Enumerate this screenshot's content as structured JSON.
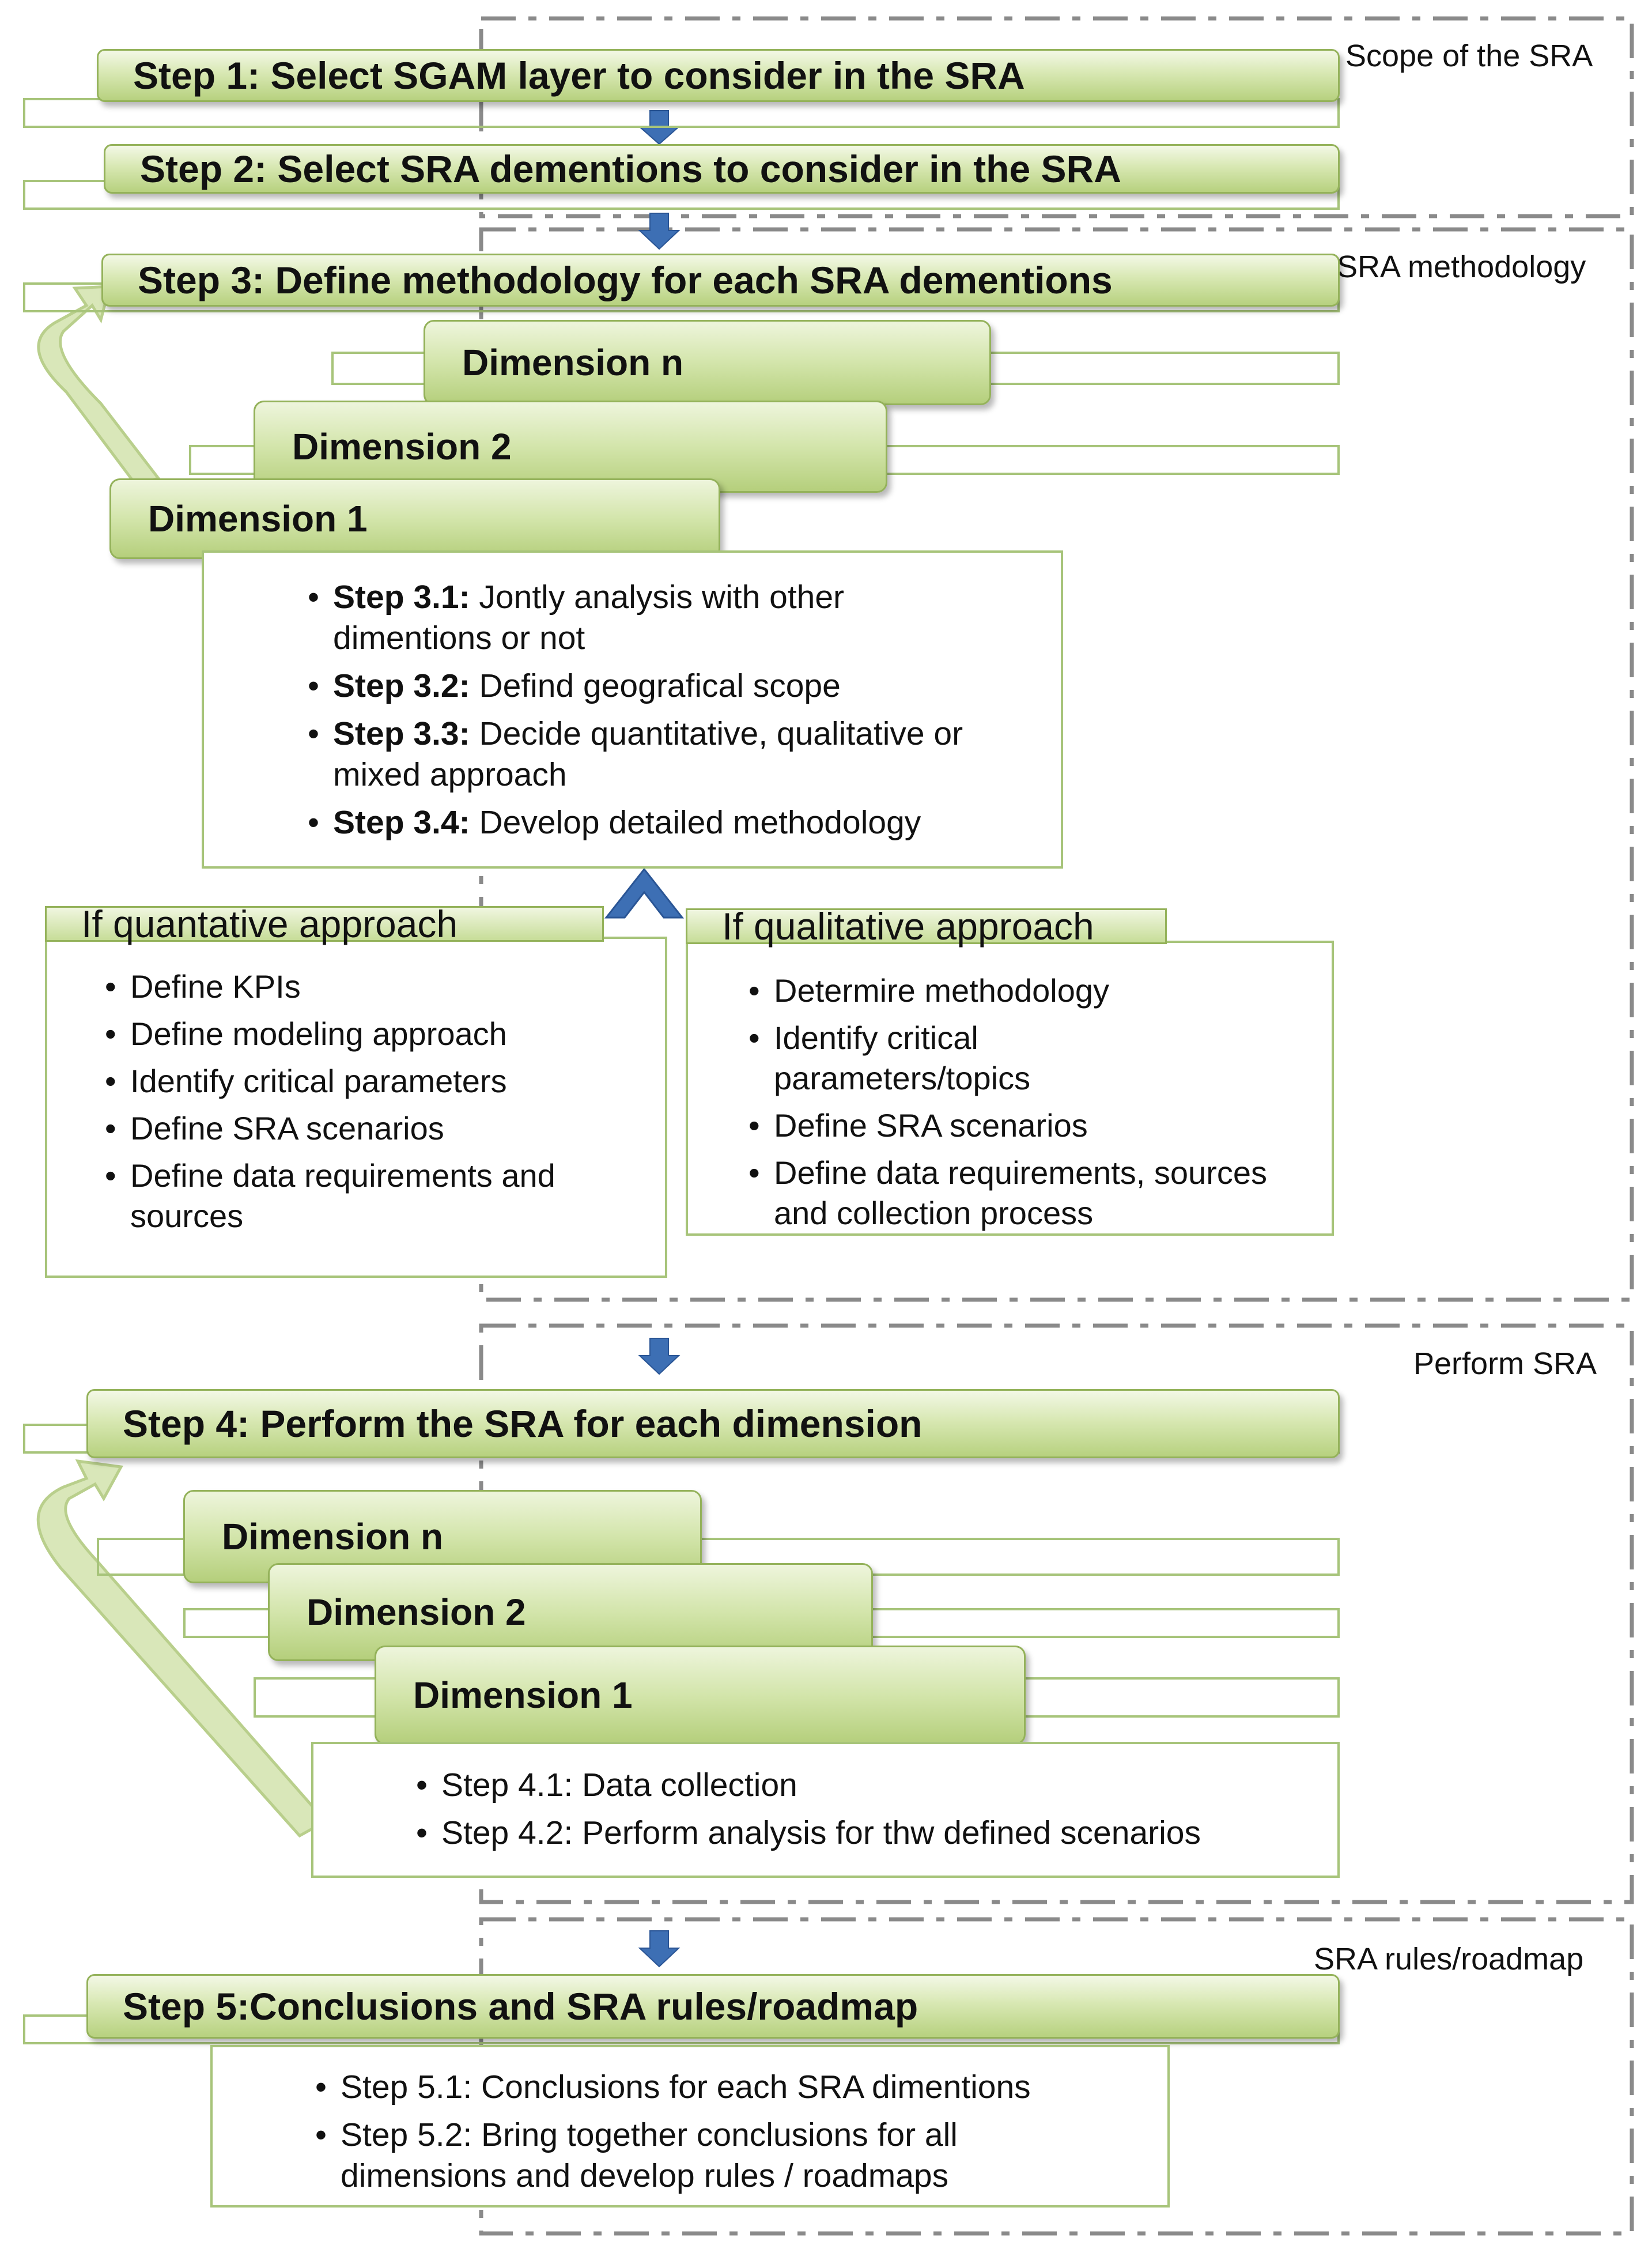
{
  "colors": {
    "bar_light": "#f3f8e6",
    "bar_dark": "#b7d17f",
    "bar_border": "#94b25a",
    "box_border": "#a7c47a",
    "arrow_blue": "#3d6fb4",
    "dash_frame": "#7f7f7f"
  },
  "phases": {
    "scope": "Scope of the SRA",
    "methodology": "SRA methodology",
    "perform": "Perform SRA",
    "rules": "SRA rules/roadmap"
  },
  "steps": {
    "step1": "Step 1: Select SGAM layer to consider in the SRA",
    "step2": "Step 2: Select SRA dementions to consider in the SRA",
    "step3": "Step 3: Define methodology for each SRA dementions",
    "step4": "Step 4: Perform the SRA for each dimension",
    "step5": "Step 5:Conclusions and SRA rules/roadmap"
  },
  "step3_dimensions": [
    "Dimension n",
    "Dimension 2",
    "Dimension 1"
  ],
  "step3_substeps": [
    {
      "label": "Step 3.1:",
      "text": " Jontly analysis with other dimentions or not"
    },
    {
      "label": "Step 3.2:",
      "text": " Defind geografical scope"
    },
    {
      "label": "Step 3.3:",
      "text": " Decide quantitative, qualitative or mixed approach"
    },
    {
      "label": "Step 3.4:",
      "text": " Develop detailed methodology"
    }
  ],
  "quantitative": {
    "title": "If quantative approach",
    "items": [
      "Define KPIs",
      "Define modeling approach",
      "Identify critical parameters",
      "Define SRA scenarios",
      "Define data requirements and sources"
    ]
  },
  "qualitative": {
    "title": "If qualitative approach",
    "items": [
      "Determire methodology",
      "Identify critical parameters/topics",
      "Define SRA scenarios",
      "Define data requirements, sources and collection process"
    ]
  },
  "step4_dimensions": [
    "Dimension n",
    "Dimension 2",
    "Dimension 1"
  ],
  "step4_substeps": [
    "Step 4.1: Data collection",
    "Step 4.2: Perform analysis for thw defined scenarios"
  ],
  "step5_substeps": [
    "Step 5.1: Conclusions  for each SRA dimentions",
    "Step 5.2: Bring together conclusions  for all dimensions and develop rules / roadmaps"
  ]
}
